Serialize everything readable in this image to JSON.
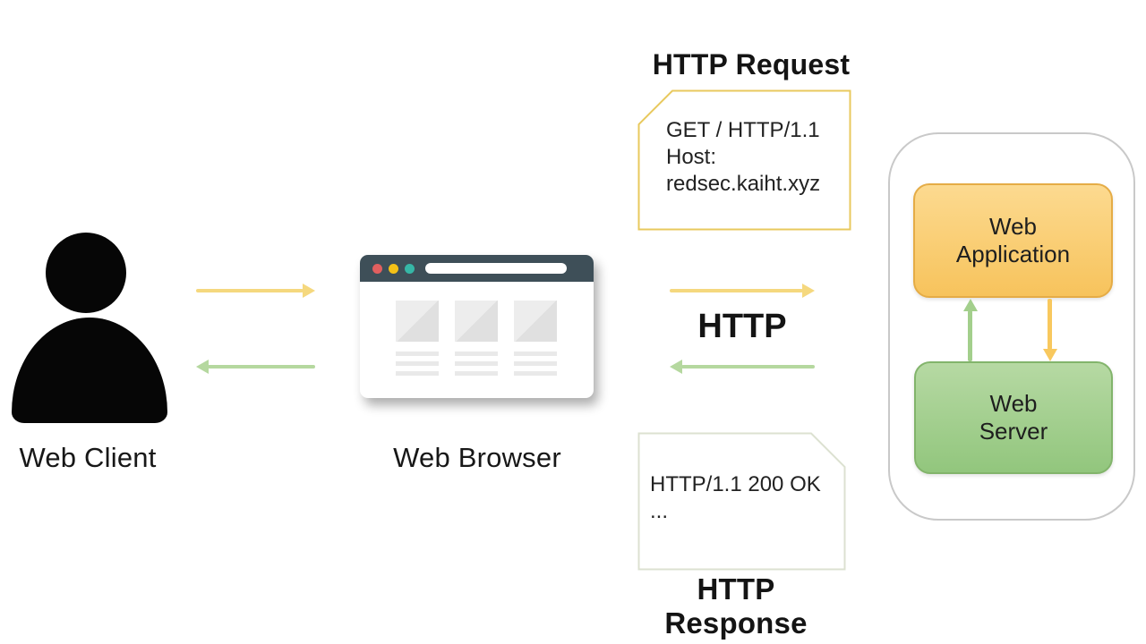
{
  "client": {
    "label": "Web Client"
  },
  "browser": {
    "label": "Web Browser"
  },
  "transport": {
    "label": "HTTP"
  },
  "request_note": {
    "title": "HTTP Request",
    "lines": [
      "GET / HTTP/1.1",
      "Host:",
      "redsec.kaiht.xyz"
    ]
  },
  "response_note": {
    "title": "HTTP Response",
    "lines": [
      "HTTP/1.1 200 OK",
      "..."
    ]
  },
  "server": {
    "application_label": "Web Application",
    "server_label": "Web Server"
  },
  "colors": {
    "request_arrow_yellow": "#F5D87E",
    "response_arrow_green": "#B5D89F",
    "vertical_arrow_green": "#A3CF8C",
    "vertical_arrow_yellow": "#F8C85E",
    "request_note_border": "#E8C95E",
    "response_note_border": "#DCE1D1",
    "app_box_border": "#E5AC46",
    "app_box_fill_top": "#FCDA90",
    "app_box_fill_bottom": "#F7C35C",
    "server_box_border": "#82B46B",
    "server_box_fill_top": "#B6D9A3",
    "server_box_fill_bottom": "#92C67D",
    "server_container_border": "#C9C9C9",
    "browser_chrome": "#3E4F58",
    "browser_dot_red": "#E15F5F",
    "browser_dot_yellow": "#F3C117",
    "browser_dot_teal": "#36B7A6",
    "person_icon": "#060606"
  }
}
